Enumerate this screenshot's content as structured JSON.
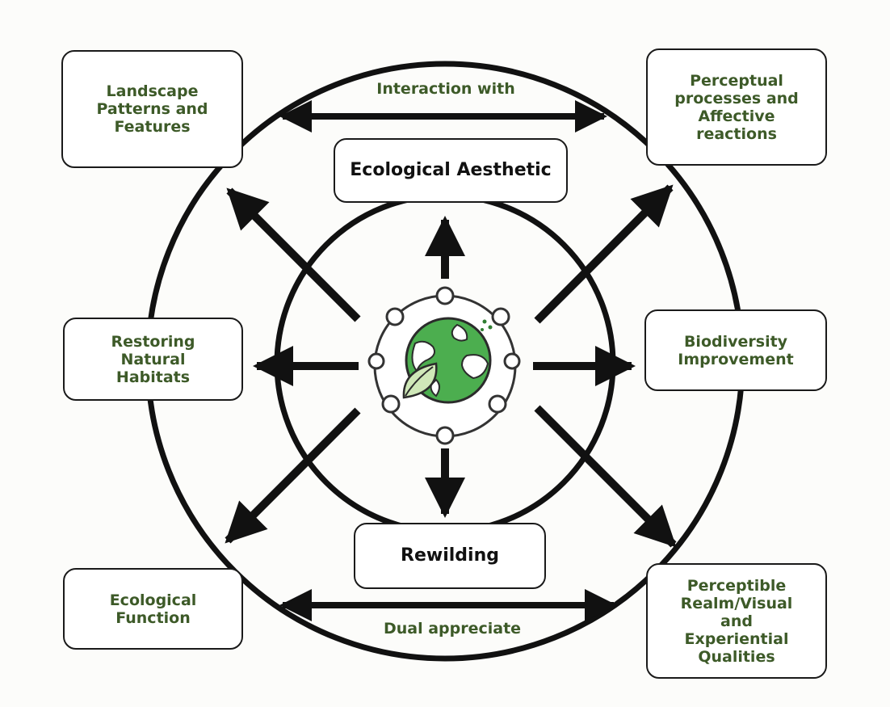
{
  "center_labels": {
    "top": "Ecological Aesthetic",
    "bottom": "Rewilding"
  },
  "boxes": {
    "top_left": "Landscape\nPatterns and\nFeatures",
    "top_right": "Perceptual\nprocesses and\nAffective\nreactions",
    "mid_left": "Restoring\nNatural\nHabitats",
    "mid_right": "Biodiversity\nImprovement",
    "bottom_left": "Ecological\nFunction",
    "bottom_right": "Perceptible\nRealm/Visual\nand\nExperiential\nQualities"
  },
  "edges": {
    "top": "Interaction with",
    "bottom": "Dual appreciate"
  },
  "icons": {
    "center": "globe-icon",
    "leaf": "leaf-icon"
  },
  "colors": {
    "text_green": "#3d5a28",
    "globe_green": "#4cae4f",
    "globe_dark": "#2f7d32",
    "ocean": "#ffffff",
    "line": "#111111"
  }
}
